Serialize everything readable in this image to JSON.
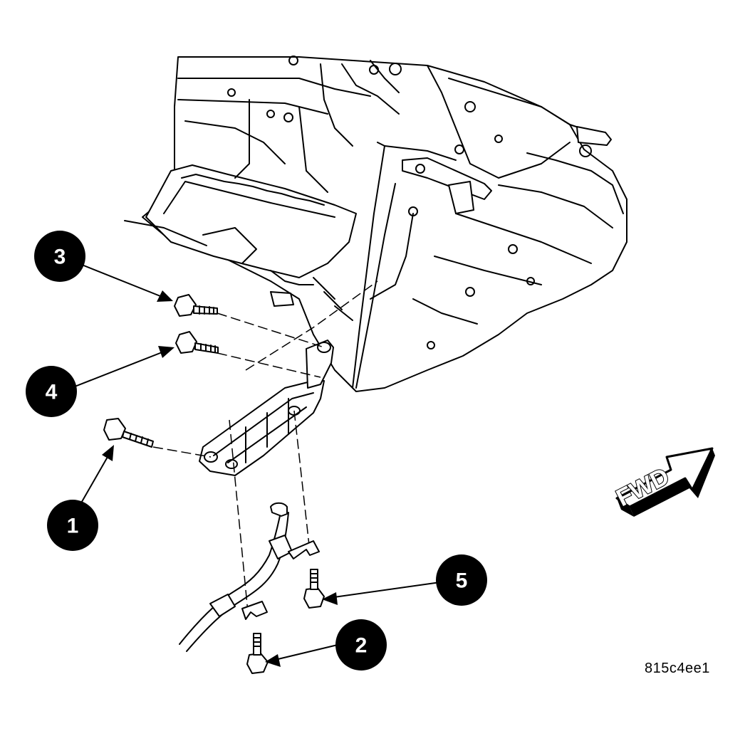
{
  "figure_id": "815c4ee1",
  "direction_label": "FWD",
  "callouts": [
    {
      "id": "1",
      "label": "1"
    },
    {
      "id": "2",
      "label": "2"
    },
    {
      "id": "3",
      "label": "3"
    },
    {
      "id": "4",
      "label": "4"
    },
    {
      "id": "5",
      "label": "5"
    }
  ],
  "colors": {
    "line": "#000000",
    "background": "#ffffff",
    "callout_fill": "#000000",
    "callout_text": "#ffffff"
  }
}
